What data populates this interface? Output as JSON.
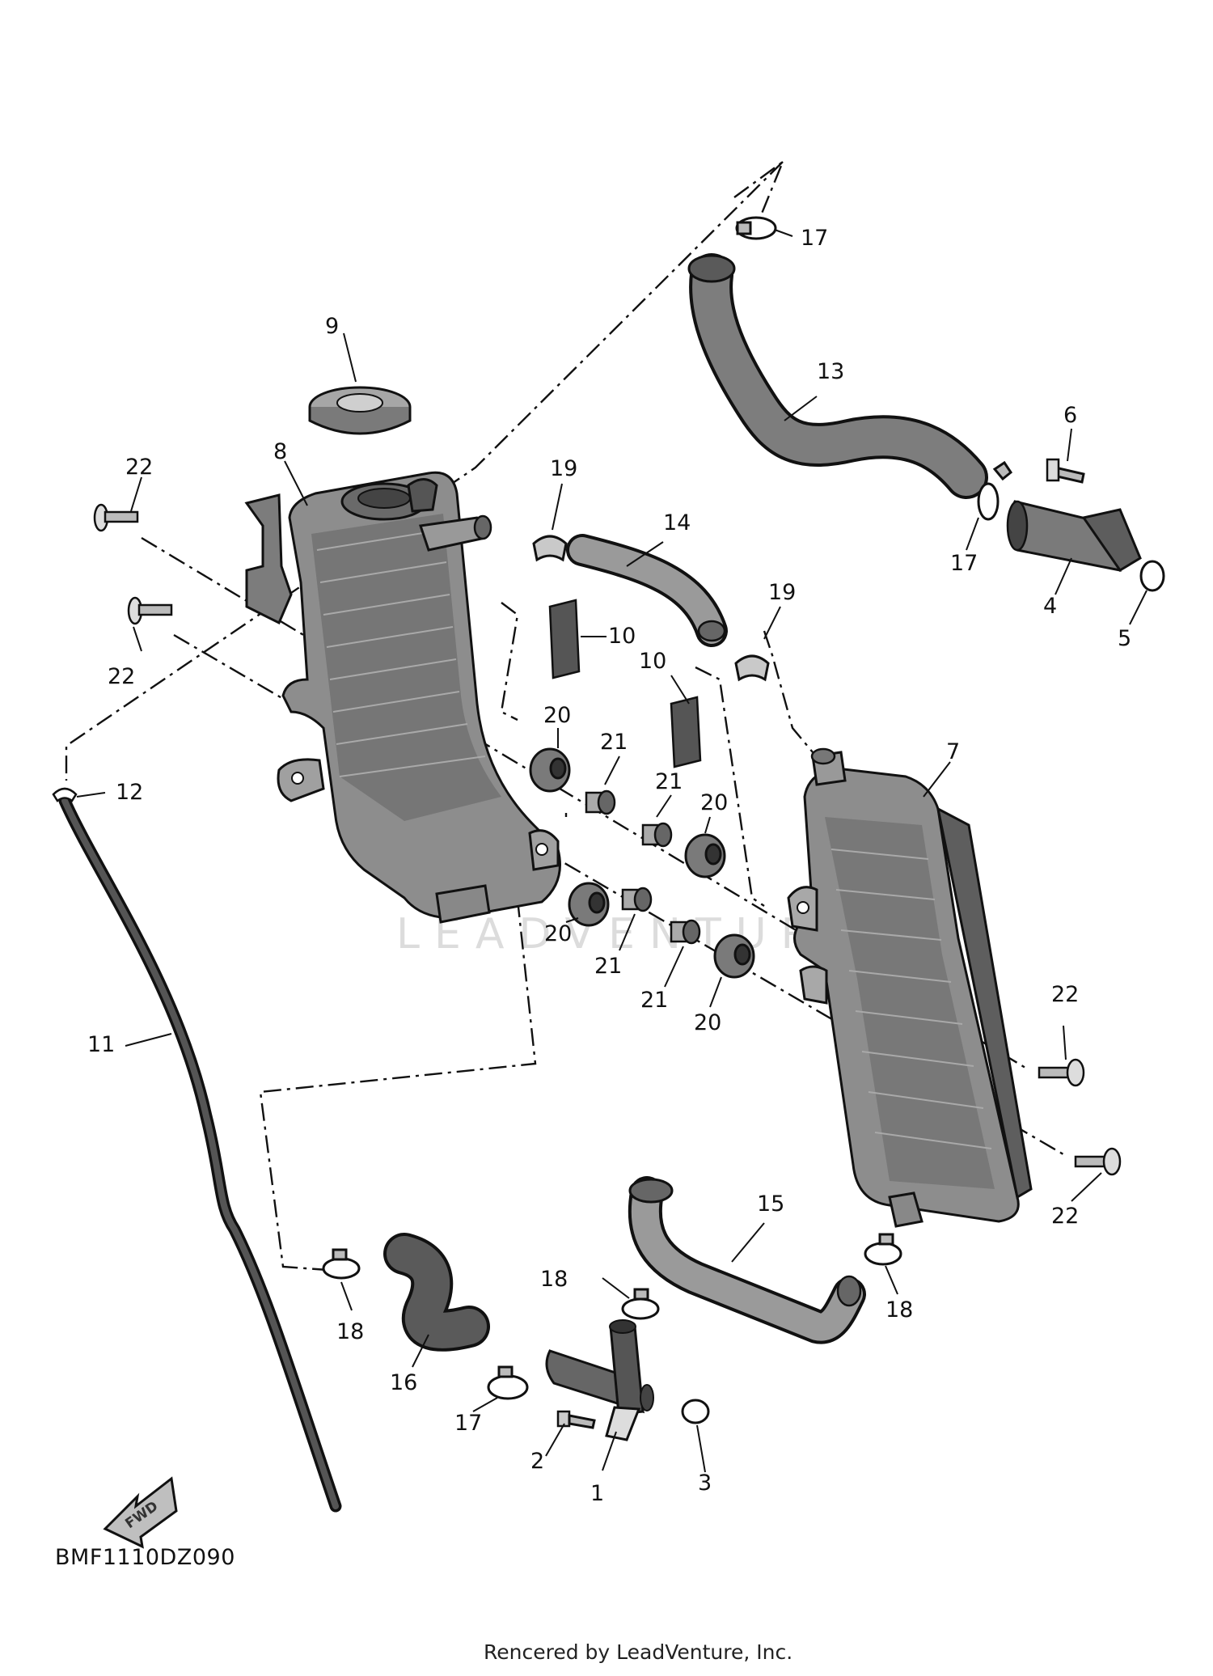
{
  "diagram": {
    "code": "BMF1110DZ090",
    "credit": "Rencered by LeadVenture, Inc.",
    "fwd_label": "FWD",
    "watermark": "LEADVENTURE",
    "callouts": {
      "p1": "1",
      "p2": "2",
      "p3": "3",
      "p4": "4",
      "p5": "5",
      "p6": "6",
      "p7": "7",
      "p8": "8",
      "p9": "9",
      "p10a": "10",
      "p10b": "10",
      "p11": "11",
      "p12": "12",
      "p13": "13",
      "p14": "14",
      "p15": "15",
      "p16": "16",
      "p17a": "17",
      "p17b": "17",
      "p17c": "17",
      "p18a": "18",
      "p18b": "18",
      "p18c": "18",
      "p19a": "19",
      "p19b": "19",
      "p20a": "20",
      "p20b": "20",
      "p20c": "20",
      "p20d": "20",
      "p21a": "21",
      "p21b": "21",
      "p21c": "21",
      "p21d": "21",
      "p22a": "22",
      "p22b": "22",
      "p22c": "22",
      "p22d": "22"
    }
  }
}
